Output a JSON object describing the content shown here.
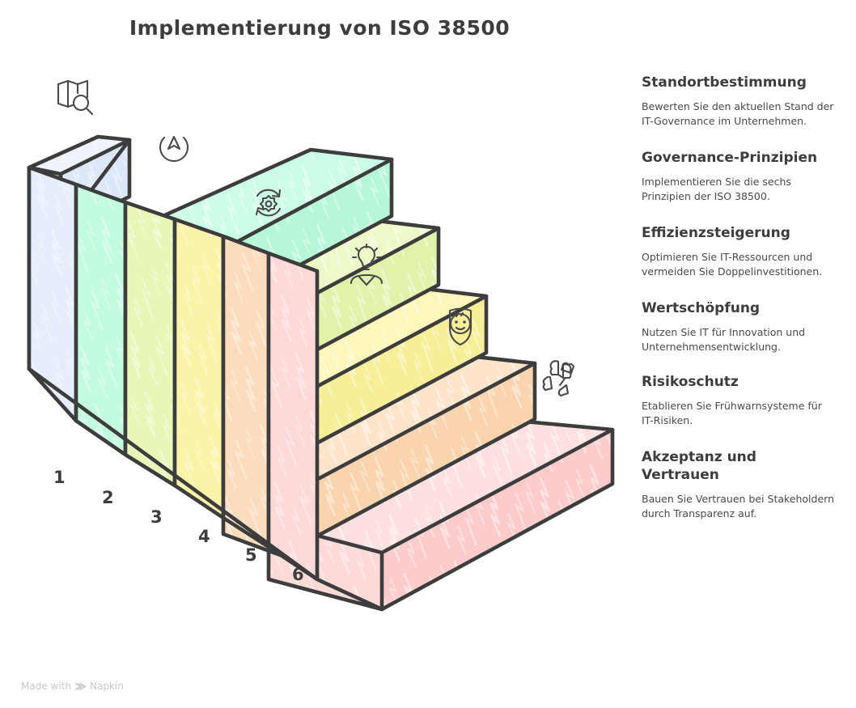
{
  "title": "Implementierung von ISO 38500",
  "watermark": {
    "prefix": "Made with",
    "brand": "Napkin",
    "logo_icon": "napkin-chevrons-icon"
  },
  "colors": {
    "outline": "#3d3d3d",
    "text": "#3d3d3d",
    "body_text": "#4a4a4a",
    "background": "#ffffff",
    "watermark": "#c8c8c8"
  },
  "steps": [
    {
      "number": "1",
      "heading": "Standortbestimmung",
      "description": "Bewerten Sie den aktuellen Stand der IT-Governance im Unternehmen.",
      "icon": "map-search-icon",
      "color_front": "#e6edfb",
      "color_top": "#eef3fd",
      "color_side": "#dde7fa"
    },
    {
      "number": "2",
      "heading": "Governance-Prinzipien",
      "description": "Implementieren Sie die sechs Prinzipien der ISO 38500.",
      "icon": "navigation-circle-icon",
      "color_front": "#c2fbe0",
      "color_top": "#ccfde6",
      "color_side": "#b6f7d8"
    },
    {
      "number": "3",
      "heading": "Effizienzsteigerung",
      "description": "Optimieren Sie IT-Ressourcen und vermeiden Sie Doppelinvestitionen.",
      "icon": "gear-refresh-icon",
      "color_front": "#e8f7b8",
      "color_top": "#edf9c6",
      "color_side": "#e1f3ab"
    },
    {
      "number": "4",
      "heading": "Wertschöpfung",
      "description": "Nutzen Sie IT für Innovation und Unternehmensentwicklung.",
      "icon": "lightbulb-person-icon",
      "color_front": "#fbf3a8",
      "color_top": "#fdf7bb",
      "color_side": "#f7ee98"
    },
    {
      "number": "5",
      "heading": "Risikoschutz",
      "description": "Etablieren Sie Frühwarnsysteme für IT-Risiken.",
      "icon": "shield-face-icon",
      "color_front": "#fcdcbc",
      "color_top": "#fde4cb",
      "color_side": "#f9d4ae"
    },
    {
      "number": "6",
      "heading": "Akzeptanz und Vertrauen",
      "description": "Bauen Sie Vertrauen bei Stakeholdern durch Transparenz auf.",
      "icon": "joined-hands-icon",
      "color_front": "#ffd8d8",
      "color_top": "#ffe0e0",
      "color_side": "#fccccc"
    }
  ]
}
